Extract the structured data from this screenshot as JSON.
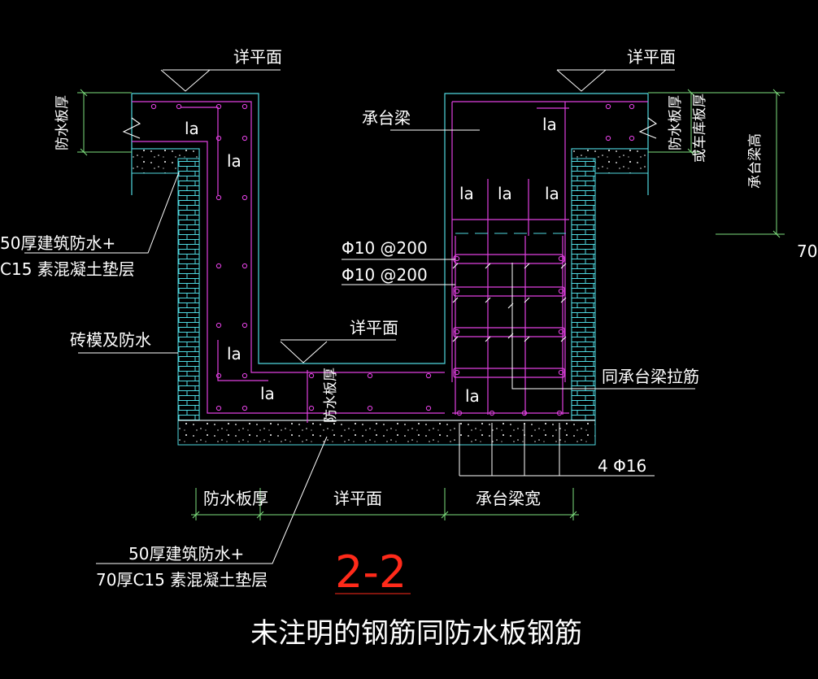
{
  "colors": {
    "background": "#000000",
    "white": "#ffffff",
    "cyan": "#4fd8e0",
    "magenta": "#e040e0",
    "green": "#7ee07e",
    "red": "#ff2a1a"
  },
  "labels": {
    "detail_plan_top_left": "详平面",
    "detail_plan_top_right": "详平面",
    "detail_plan_mid": "详平面",
    "detail_plan_dim": "详平面",
    "cap_beam": "承台梁",
    "waterproof_thick_left": "防水板厚",
    "waterproof_thick_right": "防水板厚",
    "waterproof_thick_mid": "防水板厚",
    "waterproof_thick_dim": "防水板厚",
    "or_raft_thick": "或车库板厚",
    "cap_beam_height": "承台梁高",
    "cap_beam_width": "承台梁宽",
    "brick_mold": "砖模及防水",
    "tie_bar": "同承台梁拉筋",
    "rebar_1": "Φ10 @200",
    "rebar_2": "Φ10 @200",
    "rebar_3": "4 Φ16",
    "layer_left_1": "50厚建筑防水+",
    "layer_left_2": "C15 素混凝土垫层",
    "layer_bottom_1": "50厚建筑防水+",
    "layer_bottom_2": "70厚C15 素混凝土垫层",
    "layer_right_cut": "70",
    "section": "2-2",
    "note": "未注明的钢筋同防水板钢筋",
    "la": "la"
  }
}
